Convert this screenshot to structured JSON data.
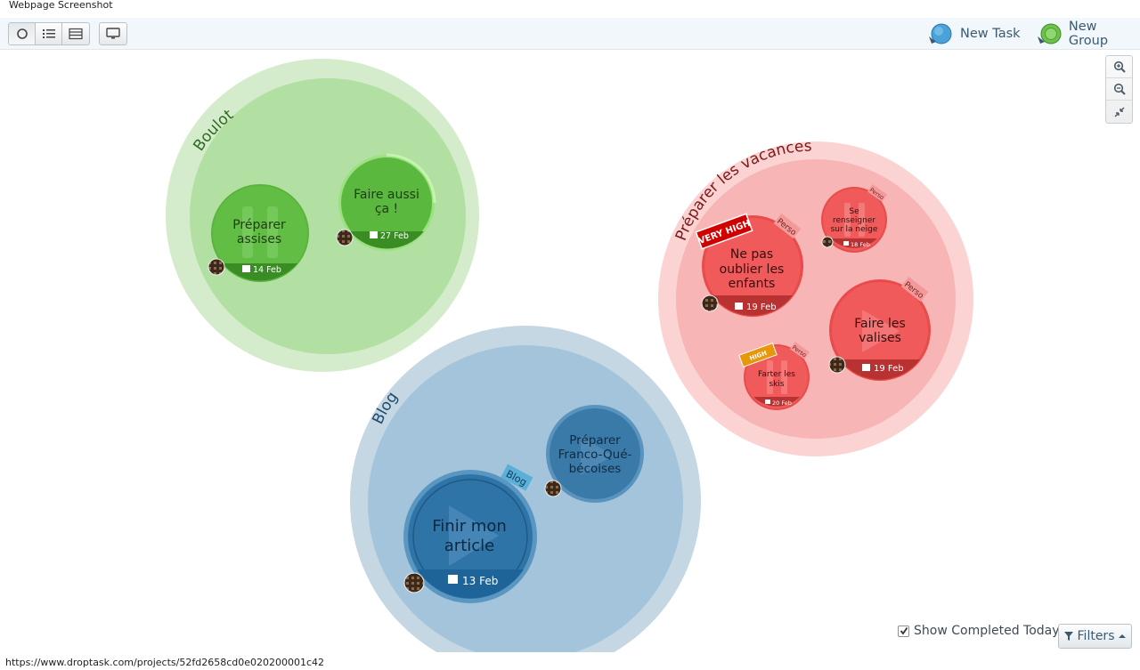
{
  "page": {
    "caption": "Webpage Screenshot",
    "status_url": "https://www.droptask.com/projects/52fd2658cd0e020200001c42"
  },
  "toolbar": {
    "views": [
      {
        "icon": "circle-view-icon",
        "active": true
      },
      {
        "icon": "list-view-icon",
        "active": false
      },
      {
        "icon": "table-view-icon",
        "active": false
      }
    ],
    "present_icon": "monitor-icon",
    "new_task_label": "New Task",
    "new_group_label": "New Group"
  },
  "zoom": {
    "in_icon": "zoom-in-icon",
    "out_icon": "zoom-out-icon",
    "fit_icon": "collapse-icon"
  },
  "groups": [
    {
      "name": "Boulot",
      "color": "#7cc265",
      "tasks": [
        {
          "title_lines": [
            "Préparer",
            "assises"
          ],
          "due": "14 Feb",
          "tag": ""
        },
        {
          "title_lines": [
            "Faire aussi",
            "ça !"
          ],
          "due": "27 Feb",
          "tag": ""
        }
      ]
    },
    {
      "name": "Préparer les vacances",
      "color": "#f06060",
      "tasks": [
        {
          "title_lines": [
            "Ne pas",
            "oublier les",
            "enfants"
          ],
          "due": "19 Feb",
          "tag": "Perso",
          "priority": "VERY HIGH"
        },
        {
          "title_lines": [
            "Se",
            "renseigner",
            "sur la neige"
          ],
          "due": "18 Feb",
          "tag": "Perso"
        },
        {
          "title_lines": [
            "Faire les",
            "valises"
          ],
          "due": "19 Feb",
          "tag": "Perso"
        },
        {
          "title_lines": [
            "Farter les",
            "skis"
          ],
          "due": "20 Feb",
          "tag": "Perso",
          "priority": "HIGH"
        }
      ]
    },
    {
      "name": "Blog",
      "color": "#3b7fae",
      "tasks": [
        {
          "title_lines": [
            "Préparer",
            "Franco-Qué-",
            "bécoises"
          ],
          "due": "",
          "tag": ""
        },
        {
          "title_lines": [
            "Finir mon",
            "article"
          ],
          "due": "13 Feb",
          "tag": "Blog"
        }
      ]
    }
  ],
  "footer": {
    "show_completed_label": "Show Completed Today",
    "show_completed_checked": true,
    "filters_label": "Filters"
  }
}
